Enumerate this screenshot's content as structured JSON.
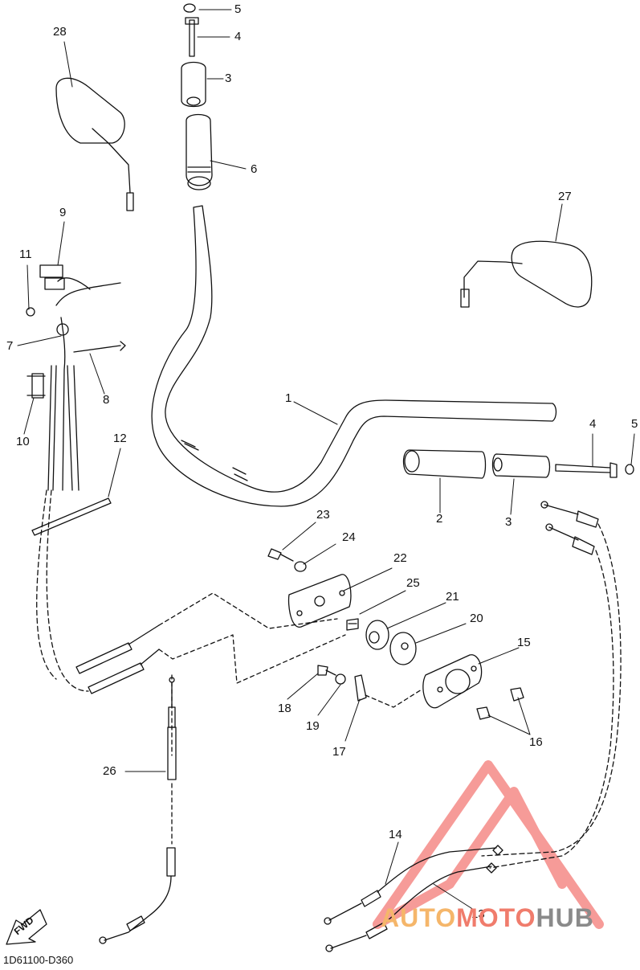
{
  "diagram": {
    "part_code": "1D61100-D360",
    "fwd_text": "FWD",
    "watermark": {
      "part1": "AUTO",
      "part2": "MOTO",
      "part3": "HUB"
    },
    "callouts": {
      "c1": "1",
      "c2": "2",
      "c3a": "3",
      "c3b": "3",
      "c4a": "4",
      "c4b": "4",
      "c5a": "5",
      "c5b": "5",
      "c6": "6",
      "c7": "7",
      "c8": "8",
      "c9": "9",
      "c10": "10",
      "c11": "11",
      "c12": "12",
      "c13": "13",
      "c14": "14",
      "c15": "15",
      "c16": "16",
      "c17": "17",
      "c18": "18",
      "c19": "19",
      "c20": "20",
      "c21": "21",
      "c22": "22",
      "c23": "23",
      "c24": "24",
      "c25": "25",
      "c26": "26",
      "c27": "27",
      "c28": "28"
    }
  }
}
